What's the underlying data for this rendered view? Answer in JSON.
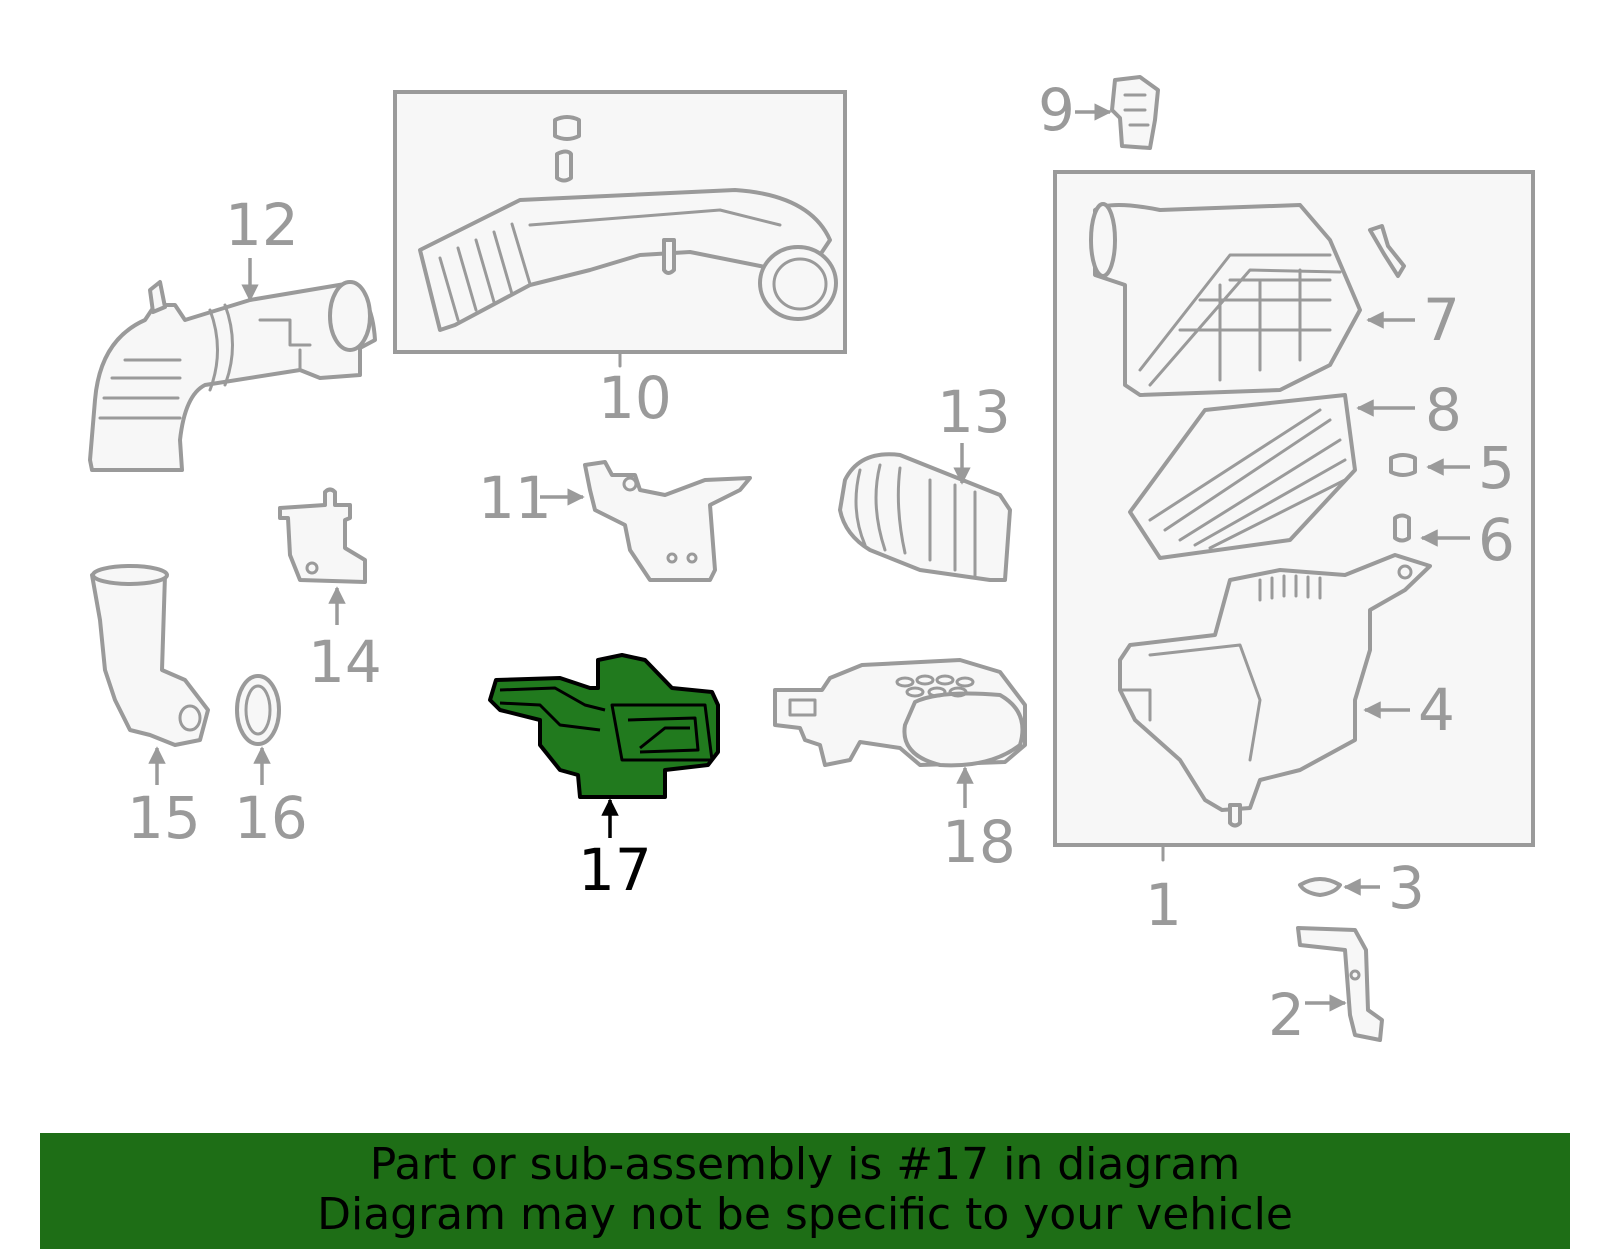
{
  "highlight_color": "#217a1e",
  "banner_color": "#1e6e16",
  "callouts": {
    "c1": "1",
    "c2": "2",
    "c3": "3",
    "c4": "4",
    "c5": "5",
    "c6": "6",
    "c7": "7",
    "c8": "8",
    "c9": "9",
    "c10": "10",
    "c11": "11",
    "c12": "12",
    "c13": "13",
    "c14": "14",
    "c15": "15",
    "c16": "16",
    "c17": "17",
    "c18": "18"
  },
  "highlighted_part": "17",
  "banner": {
    "line1": "Part or sub-assembly is #17 in diagram",
    "line2": "Diagram may not be specific to your vehicle"
  }
}
